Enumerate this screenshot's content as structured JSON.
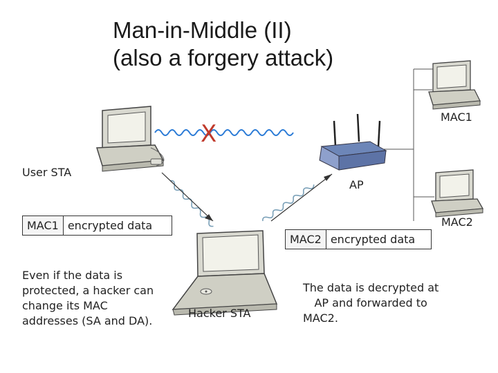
{
  "title": {
    "line1": "Man-in-Middle (II)",
    "line2": "(also a forgery attack)"
  },
  "nodes": {
    "user_sta": "User STA",
    "ap": "AP",
    "mac1": "MAC1",
    "mac2": "MAC2",
    "hacker_sta": "Hacker STA"
  },
  "cross_mark": "X",
  "frames": {
    "left": {
      "addr": "MAC1",
      "payload": "encrypted data"
    },
    "right": {
      "addr": "MAC2",
      "payload": "encrypted data"
    }
  },
  "notes": {
    "left": [
      "Even if the data is",
      "protected, a hacker can",
      "change its MAC",
      "addresses (SA and DA)."
    ],
    "right": [
      "The data is decrypted at",
      "AP and forwarded to",
      "MAC2."
    ]
  },
  "colors": {
    "wave": "#2b7bd6",
    "wave_dim": "#7aa0b8",
    "cross": "#c0392b"
  },
  "icons": [
    "desktop-computer-icon",
    "wireless-router-icon",
    "laptop-icon"
  ]
}
